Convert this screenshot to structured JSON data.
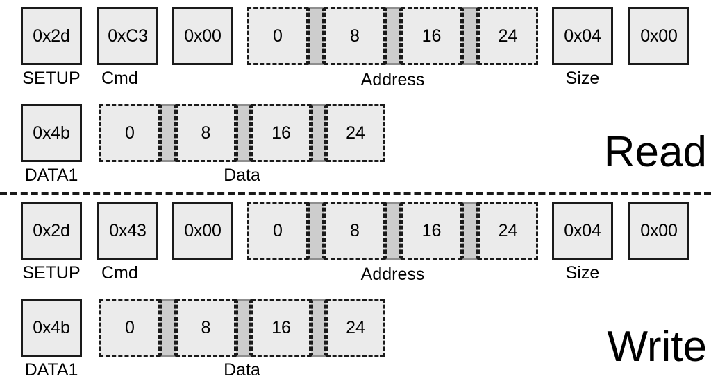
{
  "diagram": {
    "title_read": "Read",
    "title_write": "Write",
    "sections": [
      {
        "name": "read",
        "title": "Read",
        "rows": [
          {
            "name": "setup-row",
            "items": [
              {
                "kind": "byte",
                "name": "setup-token",
                "value": "0x2d",
                "caption": "SETUP",
                "caption_align": "center"
              },
              {
                "kind": "byte",
                "name": "cmd-byte",
                "value": "0xC3",
                "caption": "Cmd",
                "caption_align": "left"
              },
              {
                "kind": "byte",
                "name": "reserved-byte",
                "value": "0x00",
                "caption": "",
                "caption_align": "center"
              },
              {
                "kind": "field",
                "name": "address-field",
                "cells": [
                  "0",
                  "8",
                  "16",
                  "24"
                ],
                "caption": "Address",
                "caption_align": "center"
              },
              {
                "kind": "byte",
                "name": "size-low-byte",
                "value": "0x04",
                "caption": "Size",
                "caption_align": "center"
              },
              {
                "kind": "byte",
                "name": "size-high-byte",
                "value": "0x00",
                "caption": "",
                "caption_align": "center"
              }
            ]
          },
          {
            "name": "data-row",
            "items": [
              {
                "kind": "byte",
                "name": "data1-token",
                "value": "0x4b",
                "caption": "DATA1",
                "caption_align": "center"
              },
              {
                "kind": "field",
                "name": "data-field",
                "cells": [
                  "0",
                  "8",
                  "16",
                  "24"
                ],
                "caption": "Data",
                "caption_align": "center"
              }
            ]
          }
        ]
      },
      {
        "name": "write",
        "title": "Write",
        "rows": [
          {
            "name": "setup-row",
            "items": [
              {
                "kind": "byte",
                "name": "setup-token",
                "value": "0x2d",
                "caption": "SETUP",
                "caption_align": "center"
              },
              {
                "kind": "byte",
                "name": "cmd-byte",
                "value": "0x43",
                "caption": "Cmd",
                "caption_align": "left"
              },
              {
                "kind": "byte",
                "name": "reserved-byte",
                "value": "0x00",
                "caption": "",
                "caption_align": "center"
              },
              {
                "kind": "field",
                "name": "address-field",
                "cells": [
                  "0",
                  "8",
                  "16",
                  "24"
                ],
                "caption": "Address",
                "caption_align": "center"
              },
              {
                "kind": "byte",
                "name": "size-low-byte",
                "value": "0x04",
                "caption": "Size",
                "caption_align": "center"
              },
              {
                "kind": "byte",
                "name": "size-high-byte",
                "value": "0x00",
                "caption": "",
                "caption_align": "center"
              }
            ]
          },
          {
            "name": "data-row",
            "items": [
              {
                "kind": "byte",
                "name": "data1-token",
                "value": "0x4b",
                "caption": "DATA1",
                "caption_align": "center"
              },
              {
                "kind": "field",
                "name": "data-field",
                "cells": [
                  "0",
                  "8",
                  "16",
                  "24"
                ],
                "caption": "Data",
                "caption_align": "center"
              }
            ]
          }
        ]
      }
    ],
    "colors": {
      "box_fill": "#ebebeb",
      "separator_fill": "#cdcdcd",
      "stroke": "#1a1a1a",
      "background": "#ffffff"
    }
  }
}
